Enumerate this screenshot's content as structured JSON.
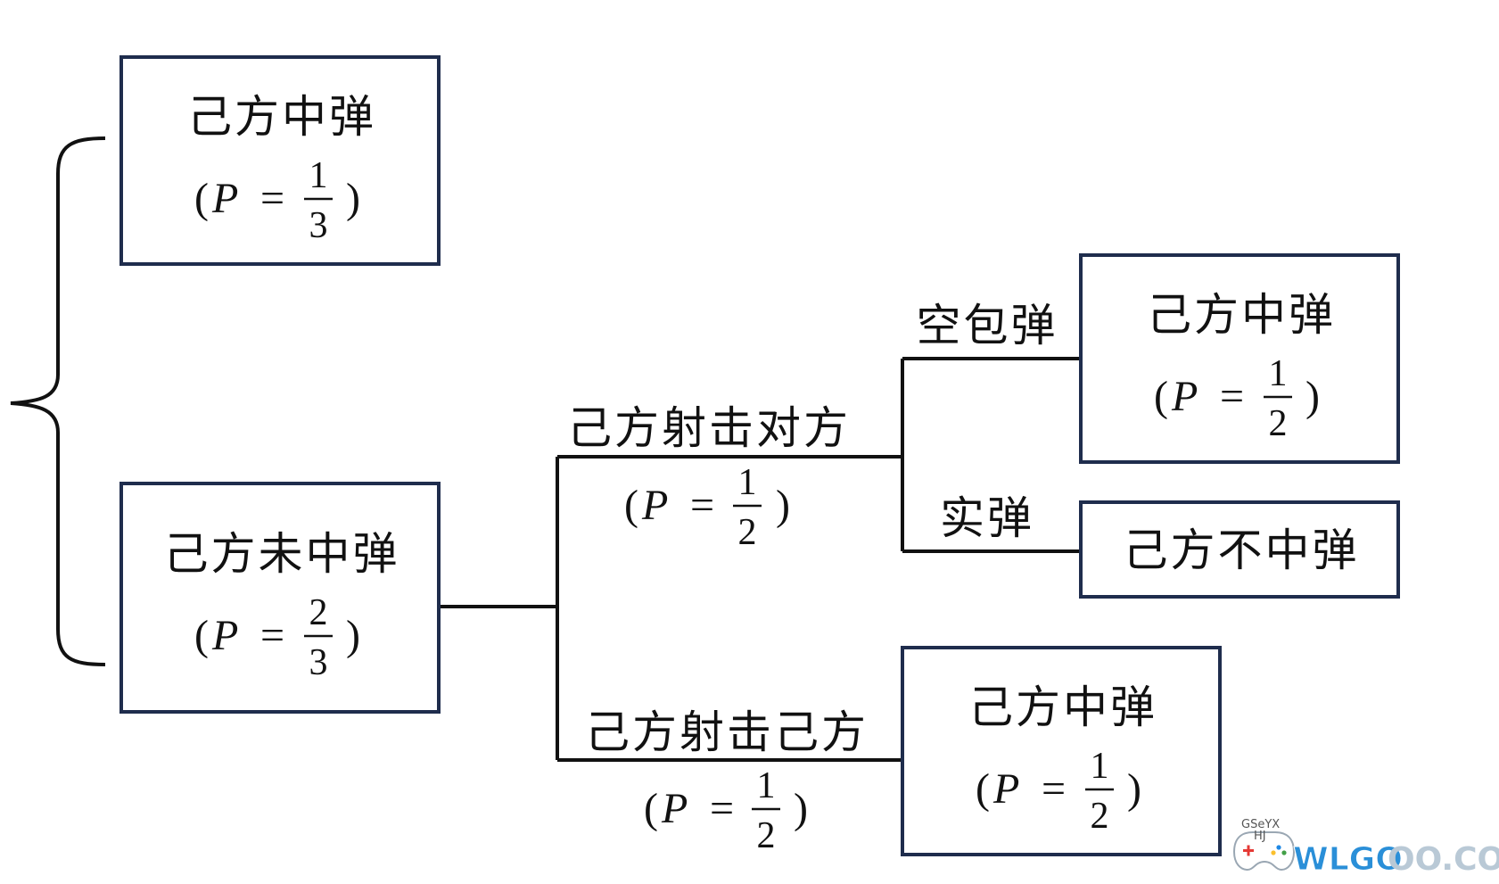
{
  "nodes": {
    "hit_first": {
      "title": "己方中弹",
      "p": {
        "open": "(",
        "var": "P",
        "eq": "=",
        "num": "1",
        "den": "3",
        "close": ")"
      }
    },
    "miss_first": {
      "title": "己方未中弹",
      "p": {
        "open": "(",
        "var": "P",
        "eq": "=",
        "num": "2",
        "den": "3",
        "close": ")"
      }
    },
    "hit_blank": {
      "title": "己方中弹",
      "p": {
        "open": "(",
        "var": "P",
        "eq": "=",
        "num": "1",
        "den": "2",
        "close": ")"
      }
    },
    "no_hit": {
      "title": "己方不中弹"
    },
    "hit_self": {
      "title": "己方中弹",
      "p": {
        "open": "(",
        "var": "P",
        "eq": "=",
        "num": "1",
        "den": "2",
        "close": ")"
      }
    }
  },
  "edges": {
    "shoot_opponent": {
      "label": "己方射击对方",
      "p": {
        "open": "(",
        "var": "P",
        "eq": "=",
        "num": "1",
        "den": "2",
        "close": ")"
      }
    },
    "shoot_self": {
      "label": "己方射击己方",
      "p": {
        "open": "(",
        "var": "P",
        "eq": "=",
        "num": "1",
        "den": "2",
        "close": ")"
      }
    },
    "blank": {
      "label": "空包弹"
    },
    "live": {
      "label": "实弹"
    }
  },
  "watermark": {
    "small": "GSeYX",
    "small2": "HJ",
    "text_a": "WLGO",
    "text_b": "OO.COM",
    "color_a": "#2a8fd8",
    "color_b": "#b9c9d6"
  },
  "colors": {
    "box_border": "#1f2d4d",
    "line": "#111111"
  }
}
